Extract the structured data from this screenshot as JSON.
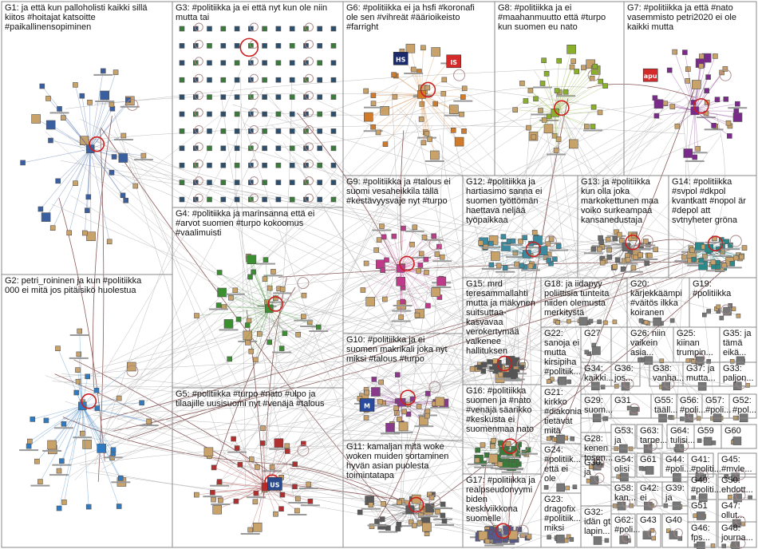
{
  "colors": {
    "background": "#ffffff",
    "panel_border": "#8a8a8a",
    "edge": "#bdbdbd",
    "edge_strong": "#8b5a5a",
    "self_loop": "#cc1f1f"
  },
  "groups": [
    {
      "id": "G1",
      "lines": [
        "G1: ja että kun palloholisti kaikki sillä",
        "kiitos #hoitajat katsoitte",
        "#paikallinensopiminen"
      ],
      "node_color": "#3a5fa0"
    },
    {
      "id": "G2",
      "lines": [
        "G2: petri_roininen ja kun #politiikka",
        "000 ei mitä jos pitäisikö huolestua"
      ],
      "node_color": "#2e7bc4"
    },
    {
      "id": "G3",
      "lines": [
        "G3: #politiikka ja ei että nyt kun ole niin",
        "mutta tai"
      ],
      "node_color": "#2d6e4a"
    },
    {
      "id": "G4",
      "lines": [
        "G4: #politiikka ja marinsanna että ei",
        "#arvot suomen #turpo kokoomus",
        "#vaalimuisti"
      ],
      "node_color": "#3a8f2e"
    },
    {
      "id": "G5",
      "lines": [
        "G5: #politiikka #turpo #nato #ulpo ja",
        "tilaajille uusisuomi nyt #venäjä #talous"
      ],
      "node_color": "#b03030"
    },
    {
      "id": "G6",
      "lines": [
        "G6: #politiikka ei ja hsfi #koronafi",
        "ole sen #vihreät #äärioikeisto",
        "#farright"
      ],
      "node_color": "#d07a2a"
    },
    {
      "id": "G7",
      "lines": [
        "G7: #politiikka ja että #nato",
        "vasemmisto petri2020 ei ole",
        "kaikki mutta"
      ],
      "node_color": "#7a2a8a"
    },
    {
      "id": "G8",
      "lines": [
        "G8: #politiikka ja ei",
        "#maahanmuutto että #turpo",
        "kun suomen eu nato"
      ],
      "node_color": "#8ab02a"
    },
    {
      "id": "G9",
      "lines": [
        "G9: #politiikka ja #talous ei",
        "suomi vesaheikkila tällä",
        "#kestävyysvaje nyt #turpo"
      ],
      "node_color": "#c03a8a"
    },
    {
      "id": "G10",
      "lines": [
        "G10: #politiikka ja ei",
        "suomen makrikali joka nyt",
        "miksi #talous #turpo"
      ],
      "node_color": "#8a3a8a"
    },
    {
      "id": "G11",
      "lines": [
        "G11: kamaljan mitä woke",
        "woken muiden sortaminen",
        "hyvän asian puolesta",
        "toimintatapa"
      ],
      "node_color": "#5a5a5a"
    },
    {
      "id": "G12",
      "lines": [
        "G12: #politiikka ja",
        "hartiasimo sanna ei",
        "suomen työttömän",
        "haettava neljää",
        "työpaikkaa"
      ],
      "node_color": "#3a8aa0"
    },
    {
      "id": "G13",
      "lines": [
        "G13: ja #politiikka",
        "kun olla joka",
        "markokettunen maa",
        "voiko surkeampaa",
        "kansanedustaja"
      ],
      "node_color": "#6a6a6a"
    },
    {
      "id": "G14",
      "lines": [
        "G14: #politiikka",
        "#svpol #dkpol",
        "kvantkatt #nopol är",
        "#depol att",
        "svtnyheter gröna"
      ],
      "node_color": "#2a8a8a"
    },
    {
      "id": "G15",
      "lines": [
        "G15: mrd",
        "teresammallahti",
        "mutta ja mäkynen",
        "suitsuttaa-",
        "kasvavaa",
        "verokertymää",
        "vaikenee",
        "hallituksen"
      ],
      "node_color": "#555555"
    },
    {
      "id": "G16",
      "lines": [
        "G16: #politiikka",
        "suomen ja #nato",
        "#venäjä säarikko",
        "#keskusta ei",
        "suomenmaa nato"
      ],
      "node_color": "#3a7a3a"
    },
    {
      "id": "G17",
      "lines": [
        "G17: #politiikka ja",
        "realpseudonyymi",
        "biden",
        "keskiviikkona",
        "suomelle"
      ],
      "node_color": "#5a5a8a"
    },
    {
      "id": "G18",
      "lines": [
        "G18: ja iidapyy",
        "poliittisia tunteita",
        "niiden olemusta",
        "merkitystä"
      ],
      "node_color": "#777777"
    },
    {
      "id": "G19",
      "lines": [
        "G19:",
        "#politiikka"
      ],
      "node_color": "#777777"
    },
    {
      "id": "G20",
      "lines": [
        "G20:",
        "kärjekkäämpi",
        "#väitös ilkka",
        "koiranen"
      ],
      "node_color": "#777777"
    },
    {
      "id": "G21",
      "lines": [
        "G21:",
        "kirkko",
        "#diakonia",
        "tietävät",
        "mitä"
      ],
      "node_color": "#777777"
    },
    {
      "id": "G22",
      "lines": [
        "G22:",
        "sanoja ei",
        "mutta",
        "kirsipiha",
        "#politiik..."
      ],
      "node_color": "#777777"
    },
    {
      "id": "G23",
      "lines": [
        "G23:",
        "dragofix",
        "#politiik...",
        "miksi"
      ],
      "node_color": "#777777"
    },
    {
      "id": "G24",
      "lines": [
        "G24:",
        "#politiik...",
        "että ei",
        "ole"
      ],
      "node_color": "#777777"
    },
    {
      "id": "G25",
      "lines": [
        "G25:",
        "kiinan",
        "trumpin..."
      ],
      "node_color": "#777777"
    },
    {
      "id": "G26",
      "lines": [
        "G26: niin",
        "vaikein",
        "asia..."
      ],
      "node_color": "#777777"
    },
    {
      "id": "G27",
      "lines": [
        "G27"
      ],
      "node_color": "#777777"
    },
    {
      "id": "G28",
      "lines": [
        "G28:",
        "kenen",
        "tosen..."
      ],
      "node_color": "#777777"
    },
    {
      "id": "G29",
      "lines": [
        "G29:",
        "suom..."
      ],
      "node_color": "#777777"
    },
    {
      "id": "G30",
      "lines": [
        "G30:",
        "ja"
      ],
      "node_color": "#777777"
    },
    {
      "id": "G31",
      "lines": [
        "G31"
      ],
      "node_color": "#777777"
    },
    {
      "id": "G32",
      "lines": [
        "G32:",
        "idän gt",
        "lapin..."
      ],
      "node_color": "#777777"
    },
    {
      "id": "G33",
      "lines": [
        "G33:",
        "paljon..."
      ],
      "node_color": "#777777"
    },
    {
      "id": "G34",
      "lines": [
        "G34:",
        "kaikki..."
      ],
      "node_color": "#777777"
    },
    {
      "id": "G35",
      "lines": [
        "G35: ja",
        "tämä",
        "eikä..."
      ],
      "node_color": "#777777"
    },
    {
      "id": "G36",
      "lines": [
        "G36:",
        "jos..."
      ],
      "node_color": "#777777"
    },
    {
      "id": "G37",
      "lines": [
        "G37: ja",
        "mutta..."
      ],
      "node_color": "#777777"
    },
    {
      "id": "G38",
      "lines": [
        "G38:",
        "vanha..."
      ],
      "node_color": "#777777"
    },
    {
      "id": "G39",
      "lines": [
        "G39:",
        "ja"
      ],
      "node_color": "#777777"
    },
    {
      "id": "G40",
      "lines": [
        "G40"
      ],
      "node_color": "#777777"
    },
    {
      "id": "G41",
      "lines": [
        "G41:",
        "#politi..."
      ],
      "node_color": "#777777"
    },
    {
      "id": "G42",
      "lines": [
        "G42:",
        "ei"
      ],
      "node_color": "#777777"
    },
    {
      "id": "G43",
      "lines": [
        "G43"
      ],
      "node_color": "#777777"
    },
    {
      "id": "G44",
      "lines": [
        "G44:",
        "#poli..."
      ],
      "node_color": "#777777"
    },
    {
      "id": "G45",
      "lines": [
        "G45:",
        "#mvle..."
      ],
      "node_color": "#777777"
    },
    {
      "id": "G46",
      "lines": [
        "G46:",
        "fps..."
      ],
      "node_color": "#777777"
    },
    {
      "id": "G47",
      "lines": [
        "G47:",
        "ollut..."
      ],
      "node_color": "#777777"
    },
    {
      "id": "G48",
      "lines": [
        "G48:",
        "journa..."
      ],
      "node_color": "#777777"
    },
    {
      "id": "G49",
      "lines": [
        "G49:",
        "#politi..."
      ],
      "node_color": "#777777"
    },
    {
      "id": "G50",
      "lines": [
        "G50:",
        "ehdott..."
      ],
      "node_color": "#777777"
    },
    {
      "id": "G51",
      "lines": [
        "G51"
      ],
      "node_color": "#777777"
    },
    {
      "id": "G52",
      "lines": [
        "G52:",
        "#pol..."
      ],
      "node_color": "#777777"
    },
    {
      "id": "G53",
      "lines": [
        "G53:",
        "ja"
      ],
      "node_color": "#777777"
    },
    {
      "id": "G54",
      "lines": [
        "G54:",
        "olisi"
      ],
      "node_color": "#777777"
    },
    {
      "id": "G55",
      "lines": [
        "G55:",
        "tääll..."
      ],
      "node_color": "#777777"
    },
    {
      "id": "G56",
      "lines": [
        "G56:",
        "#poli..."
      ],
      "node_color": "#777777"
    },
    {
      "id": "G57",
      "lines": [
        "G57:",
        "#poli..."
      ],
      "node_color": "#777777"
    },
    {
      "id": "G58",
      "lines": [
        "G58:",
        "kan..."
      ],
      "node_color": "#777777"
    },
    {
      "id": "G59",
      "lines": [
        "G59"
      ],
      "node_color": "#777777"
    },
    {
      "id": "G60",
      "lines": [
        "G60"
      ],
      "node_color": "#777777"
    },
    {
      "id": "G61",
      "lines": [
        "G61"
      ],
      "node_color": "#777777"
    },
    {
      "id": "G62",
      "lines": [
        "G62:",
        "#poli..."
      ],
      "node_color": "#777777"
    },
    {
      "id": "G63",
      "lines": [
        "G63:",
        "tarpe..."
      ],
      "node_color": "#777777"
    },
    {
      "id": "G64",
      "lines": [
        "G64:",
        "tulisi..."
      ],
      "node_color": "#777777"
    }
  ],
  "node_logos": [
    "HS",
    "IS",
    "apu",
    "US",
    "M"
  ]
}
